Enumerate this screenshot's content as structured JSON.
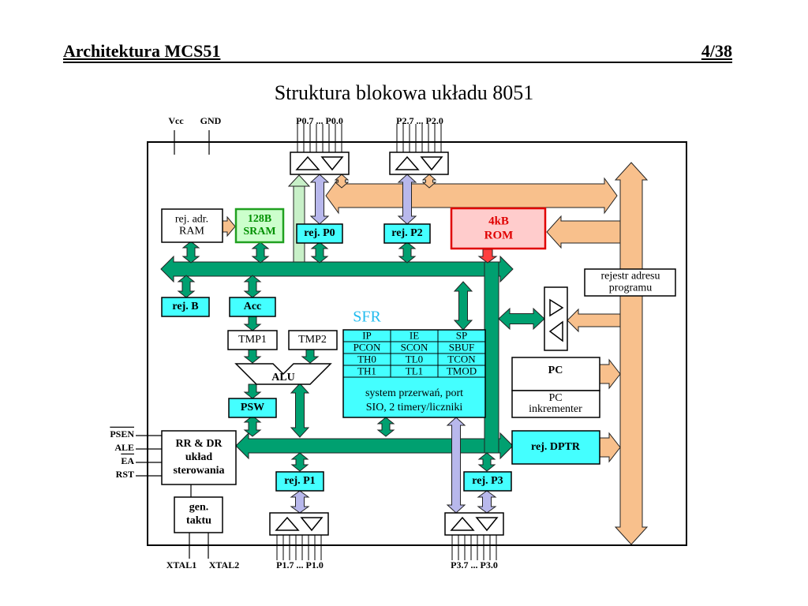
{
  "header": {
    "title": "Architektura MCS51",
    "page": "4/38"
  },
  "diagram": {
    "title": "Struktura blokowa układu 8051",
    "pins_top": {
      "vcc": "Vcc",
      "gnd": "GND",
      "p0": "P0.7 ... P0.0",
      "p2": "P2.7 ... P2.0"
    },
    "pins_bottom": {
      "xtal1": "XTAL1",
      "xtal2": "XTAL2",
      "p1": "P1.7 ... P1.0",
      "p3": "P3.7 ... P3.0"
    },
    "pins_left": {
      "psen": "PSEN",
      "ale": "ALE",
      "ea": "EA",
      "rst": "RST"
    },
    "blocks": {
      "ram_addr": [
        "rej. adr.",
        "RAM"
      ],
      "sram": [
        "128B",
        "SRAM"
      ],
      "rej_p0": "rej. P0",
      "rej_p2": "rej. P2",
      "rom": [
        "4kB",
        "ROM"
      ],
      "prog_addr": [
        "rejestr adresu",
        "programu"
      ],
      "rej_b": "rej. B",
      "acc": "Acc",
      "tmp1": "TMP1",
      "tmp2": "TMP2",
      "alu": "ALU",
      "psw": "PSW",
      "pc": "PC",
      "pc_inc": [
        "PC",
        "inkrementer"
      ],
      "ctrl": [
        "RR & DR",
        "układ",
        "sterowania"
      ],
      "clock": [
        "gen.",
        "taktu"
      ],
      "rej_p1": "rej. P1",
      "rej_p3": "rej. P3",
      "dptr": "rej. DPTR"
    },
    "sfr": {
      "label": "SFR",
      "rows": [
        [
          "IP",
          "IE",
          "SP"
        ],
        [
          "PCON",
          "SCON",
          "SBUF"
        ],
        [
          "TH0",
          "TL0",
          "TCON"
        ],
        [
          "TH1",
          "TL1",
          "TMOD"
        ]
      ],
      "footer": [
        "system przerwań, port",
        "SIO, 2 timery/liczniki"
      ]
    },
    "colors": {
      "green": "#00a070",
      "orange": "#f8c08c",
      "lavender": "#b8b8ec",
      "lightgreen": "#c8f0c8",
      "cyan": "#44ffff",
      "rom_fill": "#ffcccc",
      "rom_edge": "#e00000",
      "sram_fill": "#ccffcc",
      "sram_text": "#009000",
      "sfr_title": "#22bbee"
    }
  }
}
